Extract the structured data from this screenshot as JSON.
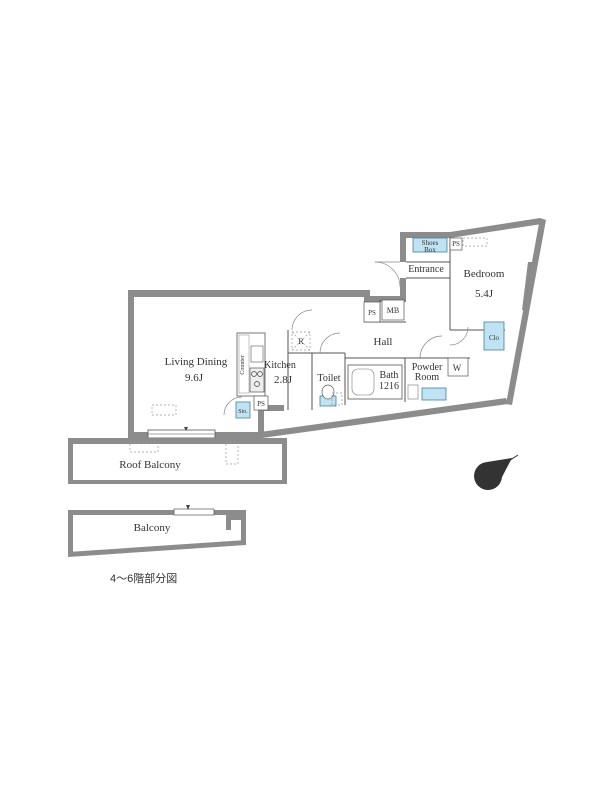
{
  "rooms": {
    "living_dining": {
      "name": "Living Dining",
      "size": "9.6J"
    },
    "kitchen": {
      "name": "Kitchen",
      "size": "2.8J"
    },
    "bedroom": {
      "name": "Bedroom",
      "size": "5.4J"
    },
    "hall": "Hall",
    "entrance": "Entrance",
    "toilet": "Toilet",
    "bath": {
      "name": "Bath",
      "size": "1216"
    },
    "powder_room": {
      "line1": "Powder",
      "line2": "Room"
    },
    "roof_balcony": "Roof Balcony",
    "balcony": "Balcony"
  },
  "fixtures": {
    "shoes_box": {
      "line1": "Shoes",
      "line2": "Box"
    },
    "ps": "PS",
    "mb": "MB",
    "r": "R",
    "w": "W",
    "clo": "Clo",
    "counter": "Counter",
    "sto": "Sto."
  },
  "caption": "4〜6階部分図"
}
